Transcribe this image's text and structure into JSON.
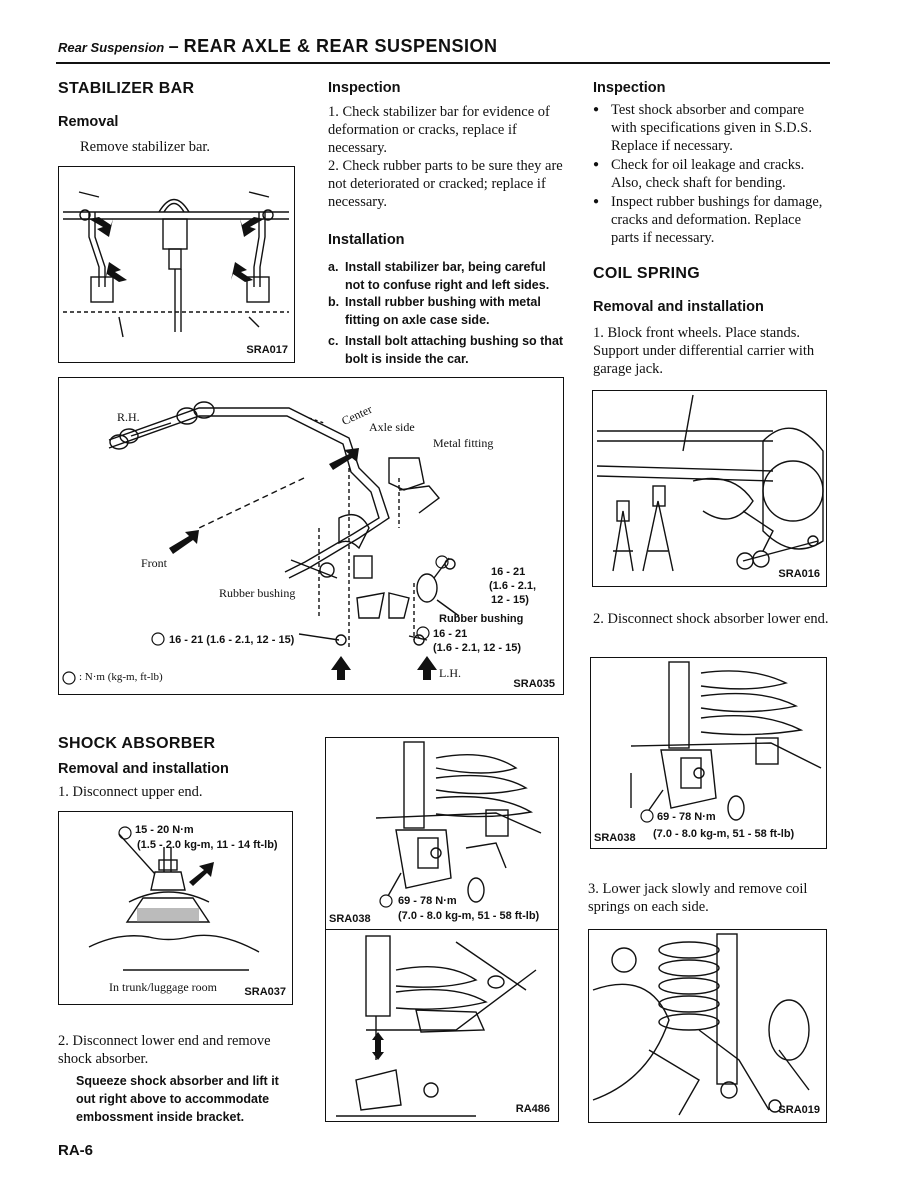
{
  "header": {
    "section_italic": "Rear Suspension",
    "dash": "–",
    "title": "REAR AXLE & REAR SUSPENSION"
  },
  "stabilizer": {
    "heading": "STABILIZER BAR",
    "removal_heading": "Removal",
    "removal_text": "Remove stabilizer bar.",
    "fig1_caption": "SRA017",
    "inspection_heading": "Inspection",
    "inspection_1": "1.  Check stabilizer bar for evidence of deformation or cracks, replace if necessary.",
    "inspection_2": "2.  Check rubber parts to be sure they are not deteriorated or cracked; replace if necessary.",
    "installation_heading": "Installation",
    "install_a": "Install stabilizer bar, being careful not to confuse right and left sides.",
    "install_b": "Install rubber bushing with metal fitting on axle case side.",
    "install_c": "Install bolt attaching bushing so that bolt is inside the car.",
    "install_a_mark": "a.",
    "install_b_mark": "b.",
    "install_c_mark": "c."
  },
  "fig2": {
    "rh": "R.H.",
    "center": "Center",
    "axle_side": "Axle side",
    "metal_fitting": "Metal fitting",
    "front": "Front",
    "rubber_bushing_left": "Rubber bushing",
    "rubber_bushing_right": "Rubber bushing",
    "torque_a1": "16 - 21",
    "torque_a2": "(1.6 - 2.1,",
    "torque_a3": "12 - 15)",
    "torque_b": "16 - 21 (1.6 - 2.1, 12 - 15)",
    "torque_c1": "16 - 21",
    "torque_c2": "(1.6 - 2.1, 12 - 15)",
    "lh": "L.H.",
    "legend": ": N·m (kg-m, ft-lb)",
    "caption": "SRA035"
  },
  "shock": {
    "heading": "SHOCK ABSORBER",
    "removal_heading": "Removal and installation",
    "step1": "1.  Disconnect upper end.",
    "fig_torque1": "15 - 20 N·m",
    "fig_torque2": "(1.5 - 2.0 kg-m, 11 - 14 ft-lb)",
    "fig_trunk": "In trunk/luggage room",
    "fig_caption": "SRA037",
    "step2": "2.  Disconnect lower end and remove shock absorber.",
    "step2_note": "Squeeze shock absorber and lift it out right above to accommodate embossment inside bracket."
  },
  "fig_mid1": {
    "torque1": "69 - 78 N·m",
    "torque2": "(7.0 - 8.0 kg-m, 51 - 58 ft-lb)",
    "caption": "SRA038"
  },
  "fig_mid2": {
    "caption": "RA486"
  },
  "right": {
    "inspection_heading": "Inspection",
    "bullets": [
      "Test shock absorber and compare with specifications given in S.D.S. Replace if necessary.",
      "Check for oil leakage and cracks. Also, check shaft for bending.",
      "Inspect rubber bushings for damage, cracks and deformation. Replace parts if necessary."
    ],
    "coil_heading": "COIL SPRING",
    "coil_sub": "Removal and installation",
    "coil_step1": "1.  Block front wheels. Place stands. Support under differential carrier with garage jack.",
    "fig_a_caption": "SRA016",
    "coil_step2": "2.  Disconnect shock absorber lower end.",
    "fig_b_torque1": "69 - 78 N·m",
    "fig_b_torque2": "(7.0 - 8.0 kg-m, 51 - 58 ft-lb)",
    "fig_b_caption": "SRA038",
    "coil_step3": "3.  Lower jack slowly and remove coil springs on each side.",
    "fig_c_caption": "SRA019"
  },
  "footer": {
    "page": "RA-6"
  }
}
